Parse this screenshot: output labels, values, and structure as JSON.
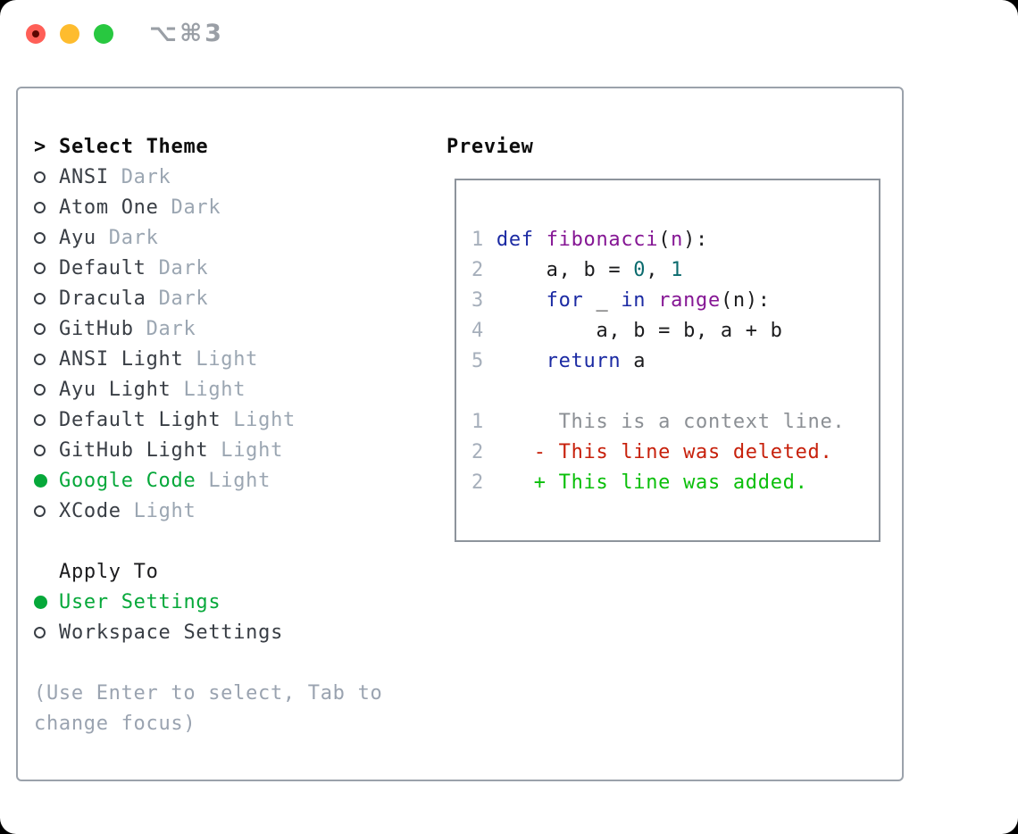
{
  "window": {
    "title": "⌥⌘3"
  },
  "theme_list": {
    "header": {
      "prefix": ">",
      "label": "Select Theme"
    },
    "items": [
      {
        "label": "ANSI",
        "variant": "Dark",
        "selected": false
      },
      {
        "label": "Atom One",
        "variant": "Dark",
        "selected": false
      },
      {
        "label": "Ayu",
        "variant": "Dark",
        "selected": false
      },
      {
        "label": "Default",
        "variant": "Dark",
        "selected": false
      },
      {
        "label": "Dracula",
        "variant": "Dark",
        "selected": false
      },
      {
        "label": "GitHub",
        "variant": "Dark",
        "selected": false
      },
      {
        "label": "ANSI Light",
        "variant": "Light",
        "selected": false
      },
      {
        "label": "Ayu Light",
        "variant": "Light",
        "selected": false
      },
      {
        "label": "Default Light",
        "variant": "Light",
        "selected": false
      },
      {
        "label": "GitHub Light",
        "variant": "Light",
        "selected": false
      },
      {
        "label": "Google Code",
        "variant": "Light",
        "selected": true
      },
      {
        "label": "XCode",
        "variant": "Light",
        "selected": false
      }
    ]
  },
  "apply_to": {
    "header": "Apply To",
    "items": [
      {
        "label": "User Settings",
        "selected": true
      },
      {
        "label": "Workspace Settings",
        "selected": false
      }
    ]
  },
  "hint_lines": [
    "(Use Enter to select, Tab to",
    "change focus)"
  ],
  "preview": {
    "label": "Preview",
    "lines": [
      {
        "gutter": "1",
        "segments": [
          [
            "kw",
            "def"
          ],
          [
            "plain",
            " "
          ],
          [
            "fn",
            "fibonacci"
          ],
          [
            "plain",
            "("
          ],
          [
            "fn",
            "n"
          ],
          [
            "plain",
            "):"
          ]
        ]
      },
      {
        "gutter": "2",
        "segments": [
          [
            "plain",
            "    a, b = "
          ],
          [
            "num",
            "0"
          ],
          [
            "plain",
            ", "
          ],
          [
            "num",
            "1"
          ]
        ]
      },
      {
        "gutter": "3",
        "segments": [
          [
            "plain",
            "    "
          ],
          [
            "kw",
            "for"
          ],
          [
            "plain",
            " _ "
          ],
          [
            "kw",
            "in"
          ],
          [
            "plain",
            " "
          ],
          [
            "fn",
            "range"
          ],
          [
            "plain",
            "(n):"
          ]
        ]
      },
      {
        "gutter": "4",
        "segments": [
          [
            "plain",
            "        a, b = b, a + b"
          ]
        ]
      },
      {
        "gutter": "5",
        "segments": [
          [
            "plain",
            "    "
          ],
          [
            "kw",
            "return"
          ],
          [
            "plain",
            " a"
          ]
        ]
      },
      {
        "gutter": "",
        "segments": []
      },
      {
        "gutter": "1",
        "segments": [
          [
            "ctx",
            "     This is a context line."
          ]
        ]
      },
      {
        "gutter": "2",
        "segments": [
          [
            "plain",
            "   "
          ],
          [
            "del",
            "- This line was deleted."
          ]
        ]
      },
      {
        "gutter": "2",
        "segments": [
          [
            "plain",
            "   "
          ],
          [
            "add",
            "+ This line was added."
          ]
        ]
      }
    ]
  },
  "colors": {
    "ui-green": "#06a83a",
    "kw": "#1b2aa3",
    "fn": "#851694",
    "num": "#0b6b6e",
    "plain": "#1c1c1e",
    "ctx": "#8b8f94",
    "del": "#c7200b",
    "add": "#0abf0a",
    "gut": "#a6afbb",
    "muted": "#9ba6b2",
    "text": "#393e45",
    "heading": "#0d0d0d",
    "hint": "#9aa3b0",
    "border-outer": "#9ba2ab",
    "border-preview": "#8d949c",
    "titlebar": "#9a9fa6",
    "light-red": "#ff5f57",
    "light-yellow": "#febc2e",
    "light-green": "#28c840"
  }
}
